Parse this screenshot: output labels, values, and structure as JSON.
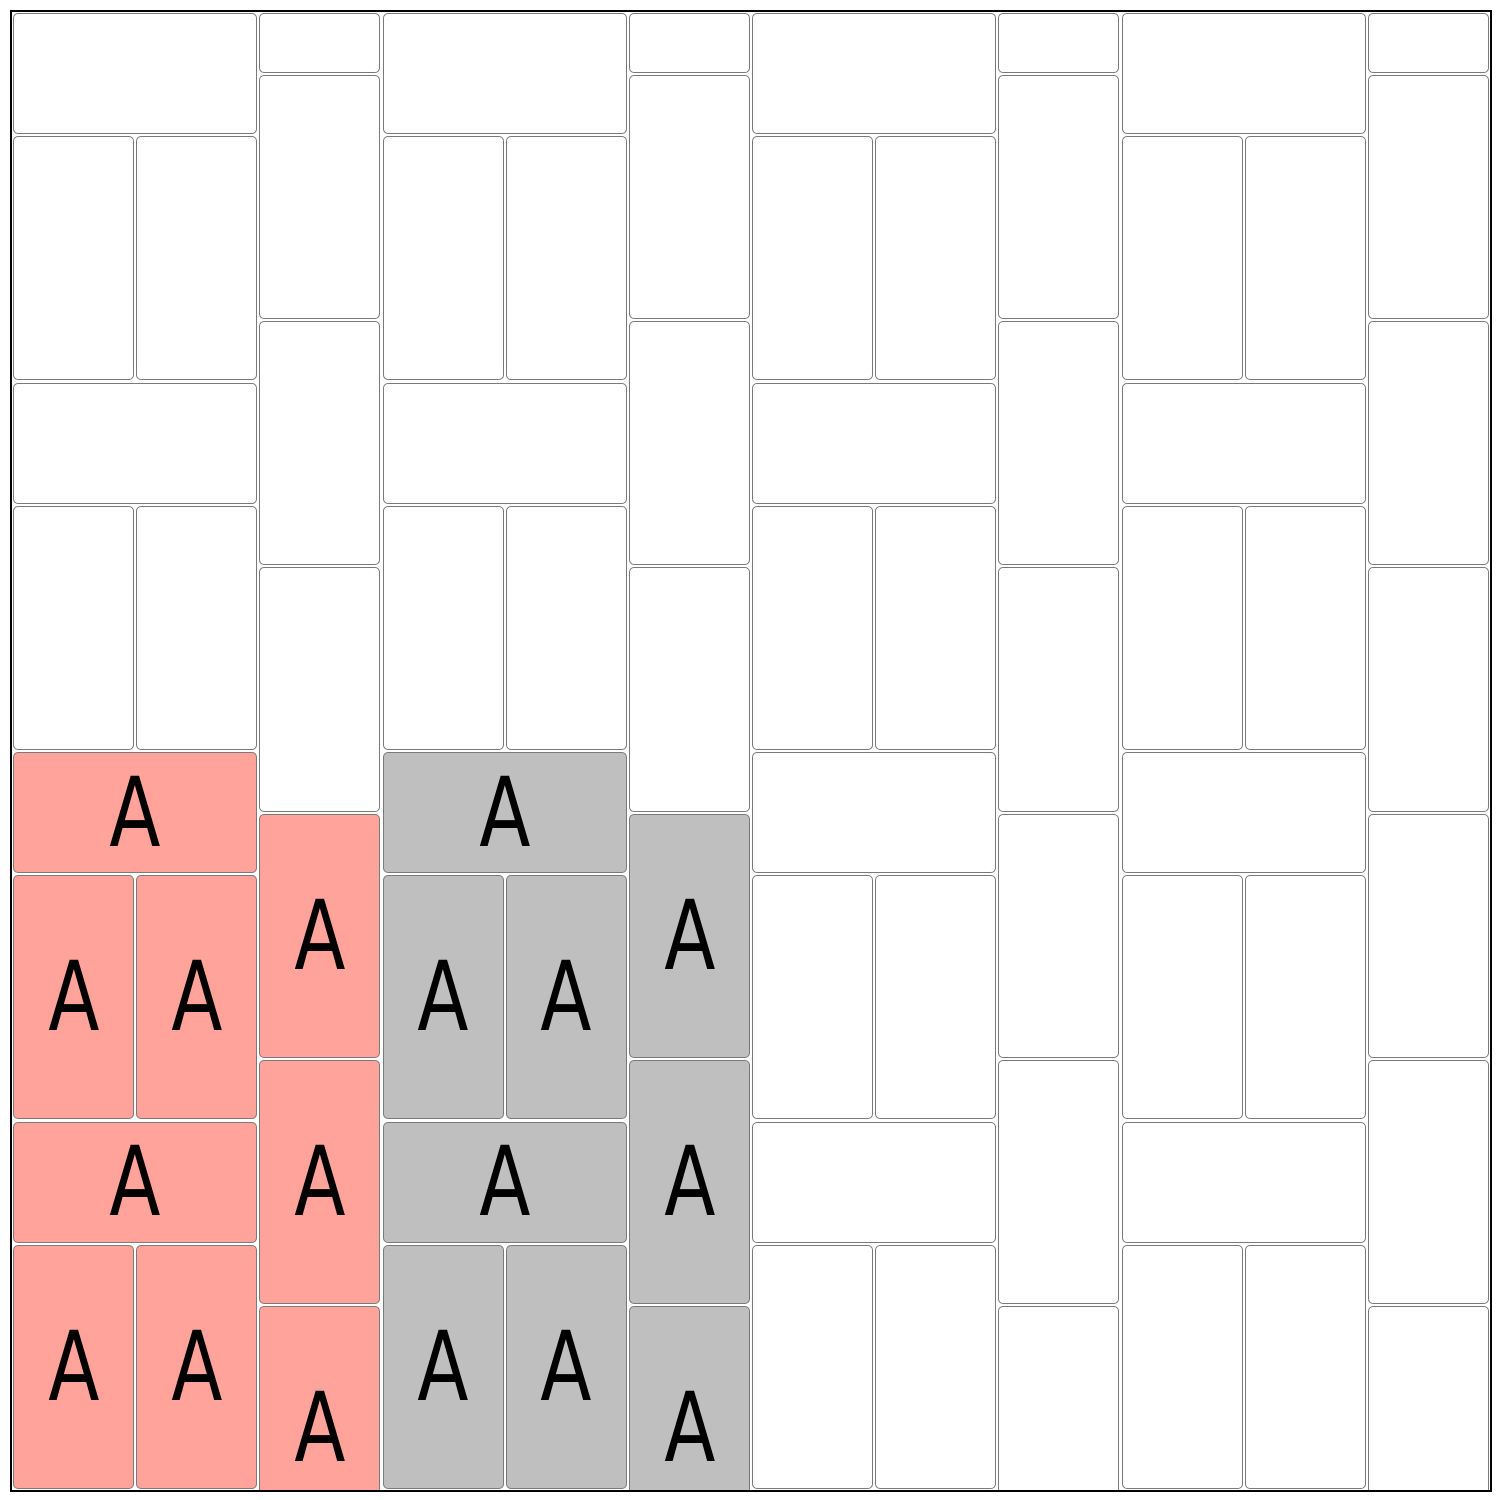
{
  "board": {
    "empty_color": "#ffffff",
    "groups": [
      {
        "kind": "pair",
        "color": "#ffa39b",
        "tiles": [
          null,
          null,
          null,
          null,
          null,
          null,
          "A",
          "A",
          "A",
          "A",
          "A",
          "A"
        ]
      },
      {
        "kind": "single",
        "color": "#ffa39b",
        "tiles": [
          null,
          null,
          null,
          null,
          "A",
          "A",
          "A"
        ]
      },
      {
        "kind": "pair",
        "color": "#bfbfbf",
        "tiles": [
          null,
          null,
          null,
          null,
          null,
          null,
          "A",
          "A",
          "A",
          "A",
          "A",
          "A"
        ]
      },
      {
        "kind": "single",
        "color": "#bfbfbf",
        "tiles": [
          null,
          null,
          null,
          null,
          "A",
          "A",
          "A"
        ]
      },
      {
        "kind": "pair",
        "color": "#ffffff",
        "tiles": [
          null,
          null,
          null,
          null,
          null,
          null,
          null,
          null,
          null,
          null,
          null,
          null
        ]
      },
      {
        "kind": "single",
        "color": "#ffffff",
        "tiles": [
          null,
          null,
          null,
          null,
          null,
          null,
          null
        ]
      },
      {
        "kind": "pair",
        "color": "#ffffff",
        "tiles": [
          null,
          null,
          null,
          null,
          null,
          null,
          null,
          null,
          null,
          null,
          null,
          null
        ]
      },
      {
        "kind": "single",
        "color": "#ffffff",
        "tiles": [
          null,
          null,
          null,
          null,
          null,
          null,
          null
        ]
      }
    ]
  }
}
